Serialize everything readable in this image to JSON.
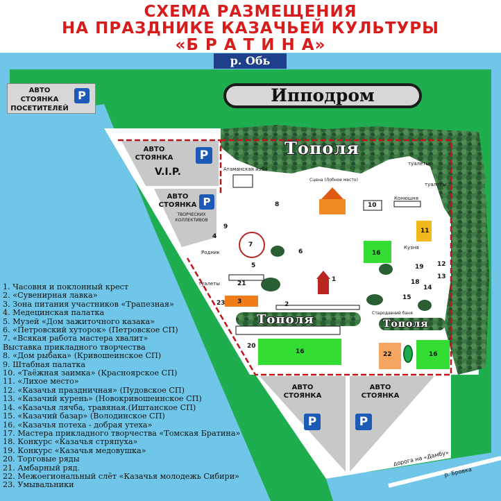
{
  "title": {
    "line1": "СХЕМА РАЗМЕЩЕНИЯ",
    "line2": "НА ПРАЗДНИКЕ КАЗАЧЬЕЙ КУЛЬТУРЫ",
    "line3": "«Б Р А Т И Н А»"
  },
  "river": "р. Обь",
  "hippodrome": "Ипподром",
  "parking": {
    "visitors": "АВТО СТОЯНКА ПОСЕТИТЕЛЕЙ",
    "vip_line1": "АВТО",
    "vip_line2": "СТОЯНКА",
    "vip_line3": "V.I.P.",
    "creative_line1": "АВТО",
    "creative_line2": "СТОЯНКА",
    "creative_sub": "ТВОРЧЕСКИХ КОЛЛЕКТИВОВ",
    "south1": "АВТО СТОЯНКА",
    "south2": "АВТО СТОЯНКА",
    "p": "P"
  },
  "trees": {
    "north": "Тополя",
    "south_left": "Тополя",
    "south_right": "Тополя"
  },
  "labels": {
    "ataman": "Атаманская изба",
    "stage": "Сцена (Лобное место)",
    "toilets1": "туалеты",
    "toilets2": "туалеты",
    "toilets3": "туалеты",
    "stable": "Конюшня",
    "smithy": "Кузня",
    "spring": "Родник",
    "grandma": "Стародавний баня",
    "road_dam": "дорога на «Дамбу»",
    "brovka": "р. Бровка"
  },
  "markers": [
    "1",
    "2",
    "3",
    "4",
    "5",
    "6",
    "7",
    "8",
    "9",
    "10",
    "11",
    "12",
    "13",
    "14",
    "15",
    "16",
    "18",
    "19",
    "20",
    "21",
    "22",
    "23"
  ],
  "legend": [
    "1.  Часовня и поклонный крест",
    "2.  «Сувенирная лавка»",
    "3.  Зона питания участников «Трапезная»",
    "4.  Медецинская палатка",
    "5.  Музей «Дом зажиточного казака»",
    "6.  «Петровский хуторок» (Петровское СП)",
    "7.  «Всякая работа мастера хвалит»",
    "     Выставка прикладного творчества",
    "8.  «Дом рыбака» (Кривошеинское СП)",
    "9.  Штабная палатка",
    "10. «Таёжная заимка» (Красноярское СП)",
    "11. «Лихое место»",
    "12. «Казачья праздничная» (Пудовское СП)",
    "13. «Казачий курень» (Новокривошеинское СП)",
    "14. «Казачья лячба, травяная.(Иштанское СП)",
    "15. «Казачий базар» (Володинское СП)",
    "16. «Казачья потеха - добрая утеха»",
    "17. Мастера прикладного творчества «Томская Братина»",
    "18. Конкурс «Казачья стряпуха»",
    "19. Конкурс «Казачья медовушка»",
    "20. Торговые ряды",
    "21. Амбарный ряд.",
    "22. Межоегиональный слёт «Казачья молодежь Сибири»",
    "23. Умывальники"
  ],
  "colors": {
    "title": "#d81b1b",
    "river": "#1e3f8a",
    "water": "#6fc6e8",
    "grass": "#1fae4f",
    "trees": "#2f6b3a",
    "field": "#ffffff",
    "boundary": "#c0141b",
    "parking_sign": "#1d5ab8",
    "zone_green": "#33dd33",
    "zone_orange": "#f07b1b"
  }
}
